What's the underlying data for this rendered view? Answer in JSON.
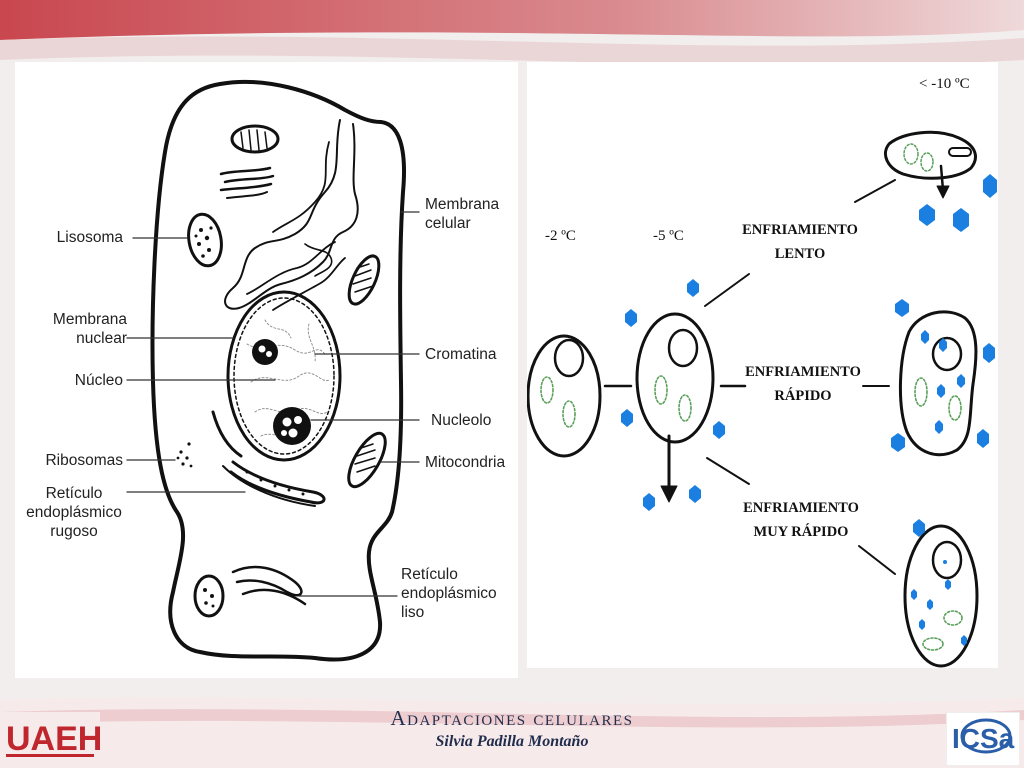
{
  "cell_labels": {
    "membrana_celular": [
      "Membrana",
      "celular"
    ],
    "lisosoma": "Lisosoma",
    "membrana_nuclear": [
      "Membrana",
      "nuclear"
    ],
    "cromatina": "Cromatina",
    "nucleo": "Núcleo",
    "nucleolo": "Nucleolo",
    "ribosomas": "Ribosomas",
    "mitocondria": "Mitocondria",
    "reticulo_rugoso": [
      "Retículo",
      "endoplásmico",
      "rugoso"
    ],
    "reticulo_liso": [
      "Retículo",
      "endoplásmico",
      "liso"
    ]
  },
  "cooling": {
    "temps": {
      "t1": "-2 ºC",
      "t2": "-5 ºC",
      "t3": "< -10 ºC"
    },
    "slow": [
      "ENFRIAMIENTO",
      "LENTO"
    ],
    "fast": [
      "ENFRIAMIENTO",
      "RÁPIDO"
    ],
    "very_fast": [
      "ENFRIAMIENTO",
      "MUY RÁPIDO"
    ]
  },
  "footer": {
    "title": "Adaptaciones celulares",
    "author": "Silvia Padilla Montaño"
  },
  "logos": {
    "left": "UAEH",
    "right": "ICSa"
  },
  "colors": {
    "ice": "#1a7fe0",
    "band": "#c8454f",
    "mito": "#5aa05a"
  }
}
